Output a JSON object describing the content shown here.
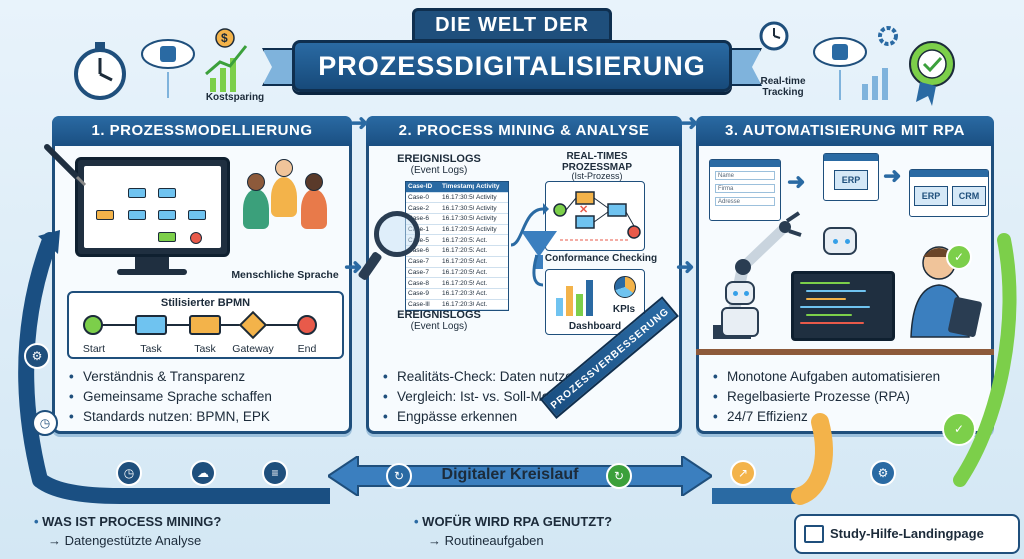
{
  "title": {
    "line1": "DIE WELT DER",
    "line2": "PROZESSDIGITALISIERUNG"
  },
  "top_labels": {
    "left": "Kostsparing",
    "right": "Real-time Tracking"
  },
  "panels": [
    {
      "heading": "1. PROZESSMODELLIERUNG",
      "people_caption": "Menschliche Sprache",
      "bpmn_title": "Stilisierter BPMN",
      "bpmn_labels": [
        "Start",
        "Task",
        "Task",
        "Gateway",
        "End"
      ],
      "bullets": [
        "Verständnis & Transparenz",
        "Gemeinsame Sprache schaffen",
        "Standards nutzen: BPMN, EPK"
      ]
    },
    {
      "heading": "2. PROCESS MINING & ANALYSE",
      "logs_title": "EREIGNISLOGS",
      "logs_sub": "(Event Logs)",
      "logs_title2": "EREIGNISLOGS",
      "logs_sub2": "(Event Logs)",
      "table_headers": [
        "Case-ID",
        "Timestamp",
        "Activity"
      ],
      "table_rows": [
        [
          "Case-0",
          "16.17:30:50",
          "Activity"
        ],
        [
          "Case-2",
          "16.17:30:50",
          "Activity"
        ],
        [
          "Case-6",
          "16.17:30:50",
          "Activity"
        ],
        [
          "Case-1",
          "16.17:20:50",
          "Activity"
        ],
        [
          "Case-5",
          "16.17:20:53",
          "Act."
        ],
        [
          "Case-6",
          "16.17:20:53",
          "Act."
        ],
        [
          "Case-7",
          "16.17:20:59",
          "Act."
        ],
        [
          "Case-7",
          "16.17:20:59",
          "Act."
        ],
        [
          "Case-8",
          "16.17:20:59",
          "Act."
        ],
        [
          "Case-9",
          "16.17:20:39",
          "Act."
        ],
        [
          "Case-lll",
          "16.17:20:30",
          "Act."
        ]
      ],
      "map_title": "REAL-TIMES PROZESSMAP",
      "map_sub": "(Ist-Prozess)",
      "conformance": "Conformance Checking",
      "kpi_label": "KPIs",
      "dashboard_label": "Dashboard",
      "bullets": [
        "Realitäts-Check: Daten nutzen",
        "Vergleich: Ist- vs. Soll-Modell",
        "Engpässe erkennen"
      ]
    },
    {
      "heading": "3. AUTOMATISIERUNG MIT RPA",
      "form_fields": [
        "Name",
        "Firma",
        "Adresse"
      ],
      "tags": [
        "ERP",
        "ERP",
        "CRM"
      ],
      "bullets": [
        "Monotone Aufgaben automatisieren",
        "Regelbasierte Prozesse (RPA)",
        "24/7 Effizienz"
      ]
    }
  ],
  "improvement_ribbon": "PROZESSVERBESSERUNG",
  "loop_label": "Digitaler Kreislauf",
  "faq": [
    {
      "q": "WAS IST PROCESS MINING?",
      "a": "→ Datengestützte Analyse"
    },
    {
      "q": "WOFÜR WIRD RPA GENUTZT?",
      "a": "→ Routineaufgaben"
    }
  ],
  "brand": "Study-Hilfe-Landingpage",
  "colors": {
    "primary": "#1f4f7c",
    "accent": "#2a6aa3",
    "green": "#7ccf4a",
    "orange": "#f3b34a",
    "red": "#e85a4a",
    "blue_task": "#6fc3f0"
  }
}
